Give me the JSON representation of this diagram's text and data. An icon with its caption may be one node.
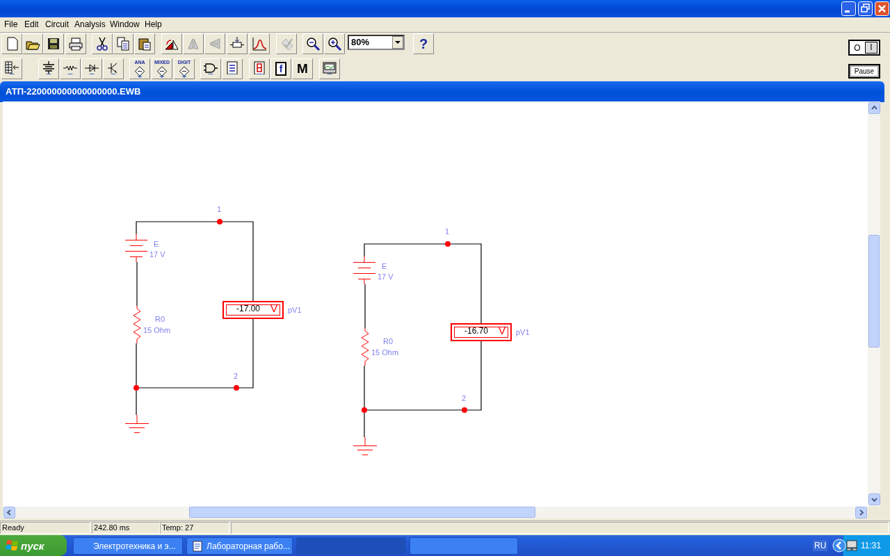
{
  "diagram": {
    "nodes": [
      {
        "text": [],
        "shape": "battery",
        "beside": [
          "E",
          "17 V"
        ]
      },
      {
        "text": [],
        "shape": "circle",
        "beside": [
          "1"
        ]
      },
      {
        "text": [
          "-17.00",
          "V"
        ],
        "beside": [
          "pV1"
        ]
      },
      {
        "text": [],
        "shape": "circle",
        "beside": [
          "2"
        ]
      },
      {
        "text": [],
        "shape": "circle"
      },
      {
        "text": [],
        "shape": "resistor",
        "beside": [
          "R0",
          "15  Ohm"
        ]
      },
      {
        "text": [],
        "shape": "ground"
      },
      {
        "text": [],
        "shape": "battery",
        "beside": [
          "E",
          "17 V"
        ]
      },
      {
        "text": [],
        "shape": "circle",
        "beside": [
          "1"
        ]
      },
      {
        "text": [
          "-16.70",
          "V"
        ],
        "beside": [
          "pV1"
        ]
      },
      {
        "text": [],
        "shape": "circle",
        "beside": [
          "2"
        ]
      },
      {
        "text": [],
        "shape": "circle"
      },
      {
        "text": [],
        "shape": "resistor",
        "beside": [
          "R0",
          "15  Ohm"
        ]
      },
      {
        "text": [],
        "shape": "ground"
      }
    ],
    "edges": [
      {
        "from": 0,
        "to": 1,
        "arrow": "none"
      },
      {
        "from": 1,
        "to": 2,
        "arrow": "none"
      },
      {
        "from": 2,
        "to": 3,
        "arrow": "none"
      },
      {
        "from": 3,
        "to": 4,
        "arrow": "none"
      },
      {
        "from": 4,
        "to": 5,
        "arrow": "none"
      },
      {
        "from": 5,
        "to": 0,
        "arrow": "none"
      },
      {
        "from": 4,
        "to": 6,
        "arrow": "none"
      },
      {
        "from": 7,
        "to": 8,
        "arrow": "none"
      },
      {
        "from": 8,
        "to": 9,
        "arrow": "none"
      },
      {
        "from": 9,
        "to": 10,
        "arrow": "none"
      },
      {
        "from": 10,
        "to": 11,
        "arrow": "none"
      },
      {
        "from": 11,
        "to": 12,
        "arrow": "none"
      },
      {
        "from": 12,
        "to": 7,
        "arrow": "none"
      },
      {
        "from": 11,
        "to": 13,
        "arrow": "none"
      }
    ],
    "labels": [
      "File",
      "Edit",
      "Circuit",
      "Analysis",
      "Window",
      "Help",
      "80%",
      "?",
      "ANA",
      "MIXED",
      "DIGIT",
      "f",
      "M",
      "O",
      "I",
      "Pause",
      "АТП-220000000000000000.EWB",
      "Ready",
      "242.80 ms",
      "Temp:  27",
      "пуск",
      "Электротехника и э...",
      "Лабораторная рабо...",
      "RU",
      "11:31"
    ]
  }
}
